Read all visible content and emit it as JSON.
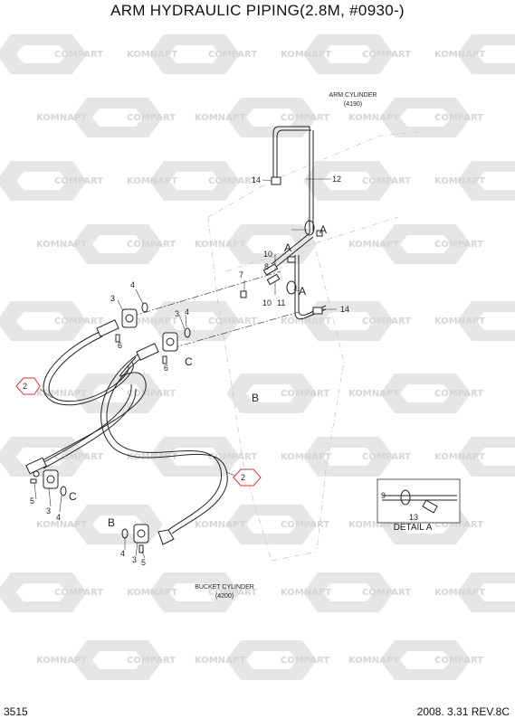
{
  "title": "ARM HYDRAULIC PIPING(2.8M, #0930-)",
  "footer": {
    "page": "3515",
    "date_rev": "2008. 3.31  REV.8C"
  },
  "watermark": {
    "text_a": "KOMNAPT",
    "text_b": "COMPART"
  },
  "labels": {
    "arm_cyl_1": "ARM CYLINDER",
    "arm_cyl_2": "(4190)",
    "bucket_cyl_1": "BUCKET CYLINDER",
    "bucket_cyl_2": "(4200)",
    "detail": "DETAIL  A"
  },
  "callouts": {
    "n14a": "14",
    "n12": "12",
    "A1": "A",
    "A2": "A",
    "A3": "A",
    "n10a": "10",
    "n8": "8",
    "n7": "7",
    "n10b": "10",
    "n11": "11",
    "n14b": "14",
    "n4a": "4",
    "n3a": "3",
    "n6a": "6",
    "n3b": "3",
    "n4b": "4",
    "n6b": "6",
    "C1": "C",
    "B1": "B",
    "hex2a": "2",
    "hex2b": "2",
    "n5a": "5",
    "n3c": "3",
    "n4c": "4",
    "C2": "C",
    "B2": "B",
    "n4d": "4",
    "n3d": "3",
    "n5b": "5",
    "n9": "9",
    "n13": "13"
  }
}
